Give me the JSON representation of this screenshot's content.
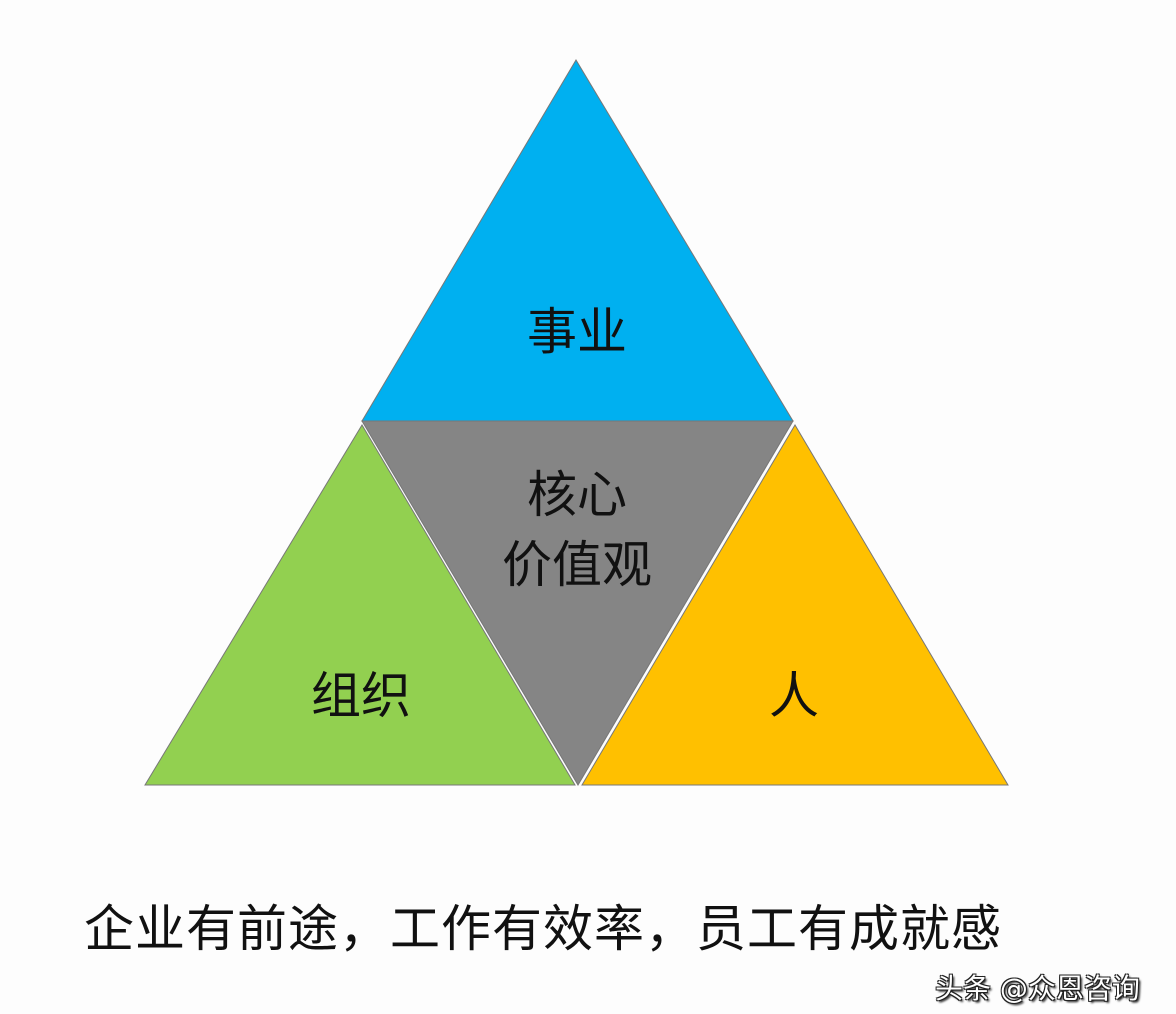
{
  "diagram": {
    "top": {
      "label": "事业",
      "color": "#00B0F0"
    },
    "center": {
      "label_line1": "核心",
      "label_line2": "价值观",
      "color": "#858585"
    },
    "left": {
      "label": "组织",
      "color": "#92D050"
    },
    "right": {
      "label": "人",
      "color": "#FFC000"
    }
  },
  "caption": "企业有前途，工作有效率，员工有成就感",
  "watermark": "头条 @众恩咨询"
}
